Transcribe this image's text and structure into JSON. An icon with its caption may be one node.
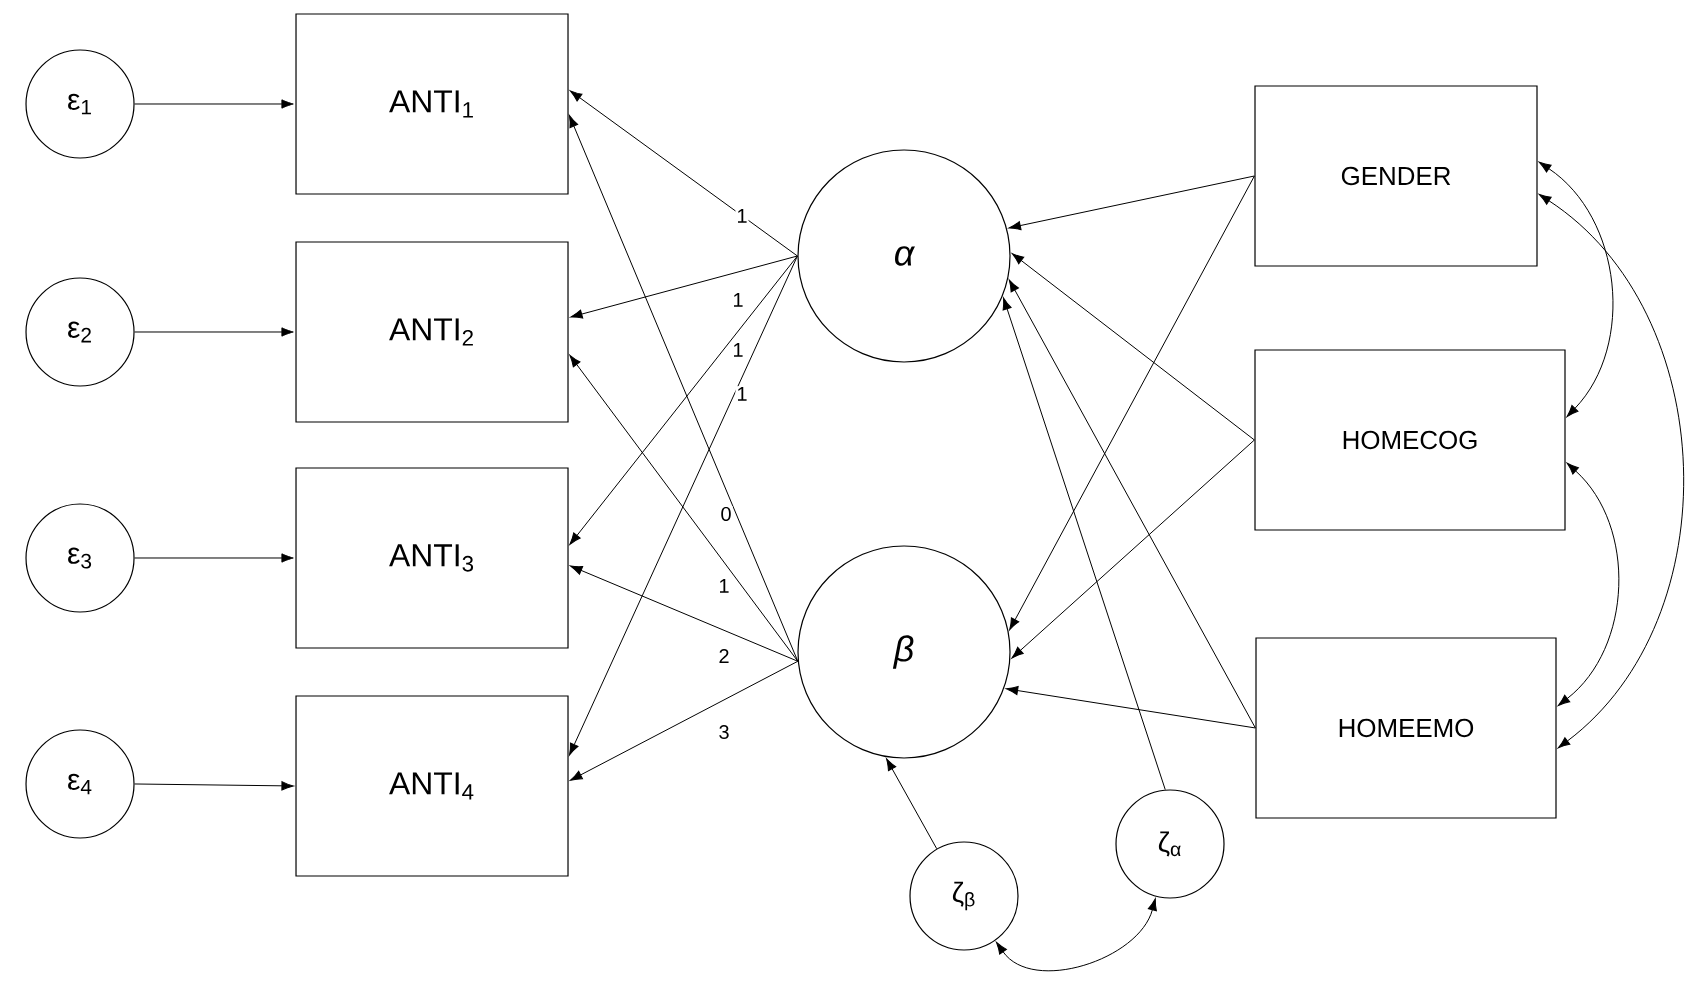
{
  "diagram": {
    "nodes": [
      {
        "text": [
          "ε$_{1}$"
        ]
      },
      {
        "text": [
          "ε$_{2}$"
        ]
      },
      {
        "text": [
          "ε$_{3}$"
        ]
      },
      {
        "text": [
          "ε$_{4}$"
        ]
      },
      {
        "text": [
          "ANTI$_{1}$"
        ]
      },
      {
        "text": [
          "ANTI$_{2}$"
        ]
      },
      {
        "text": [
          "ANTI$_{3}$"
        ]
      },
      {
        "text": [
          "ANTI$_{4}$"
        ]
      },
      {
        "text": [
          "α"
        ]
      },
      {
        "text": [
          "β"
        ]
      },
      {
        "text": [
          "GENDER"
        ]
      },
      {
        "text": [
          "HOMECOG"
        ]
      },
      {
        "text": [
          "HOMEEMO"
        ]
      },
      {
        "text": [
          "ζ$_{β}$"
        ]
      },
      {
        "text": [
          "ζ$_{α}$"
        ]
      }
    ],
    "edges": [
      {
        "from": 0,
        "to": 4,
        "arrow": "to"
      },
      {
        "from": 1,
        "to": 5,
        "arrow": "to"
      },
      {
        "from": 2,
        "to": 6,
        "arrow": "to"
      },
      {
        "from": 3,
        "to": 7,
        "arrow": "to"
      },
      {
        "from": 8,
        "to": 4,
        "arrow": "to",
        "label": "1"
      },
      {
        "from": 8,
        "to": 5,
        "arrow": "to",
        "label": "1"
      },
      {
        "from": 8,
        "to": 6,
        "arrow": "to",
        "label": "1"
      },
      {
        "from": 8,
        "to": 7,
        "arrow": "to",
        "label": "1"
      },
      {
        "from": 9,
        "to": 4,
        "arrow": "to",
        "label": "0"
      },
      {
        "from": 9,
        "to": 5,
        "arrow": "to",
        "label": "1"
      },
      {
        "from": 9,
        "to": 6,
        "arrow": "to",
        "label": "2"
      },
      {
        "from": 9,
        "to": 7,
        "arrow": "to",
        "label": "3"
      },
      {
        "from": 10,
        "to": 8,
        "arrow": "to"
      },
      {
        "from": 10,
        "to": 9,
        "arrow": "to"
      },
      {
        "from": 11,
        "to": 8,
        "arrow": "to"
      },
      {
        "from": 11,
        "to": 9,
        "arrow": "to"
      },
      {
        "from": 12,
        "to": 8,
        "arrow": "to"
      },
      {
        "from": 12,
        "to": 9,
        "arrow": "to"
      },
      {
        "from": 13,
        "to": 9,
        "arrow": "to"
      },
      {
        "from": 14,
        "to": 8,
        "arrow": "to"
      },
      {
        "from": 10,
        "to": 11,
        "arrow": "both"
      },
      {
        "from": 11,
        "to": 12,
        "arrow": "both"
      },
      {
        "from": 10,
        "to": 12,
        "arrow": "both"
      },
      {
        "from": 13,
        "to": 14,
        "arrow": "both"
      }
    ]
  }
}
